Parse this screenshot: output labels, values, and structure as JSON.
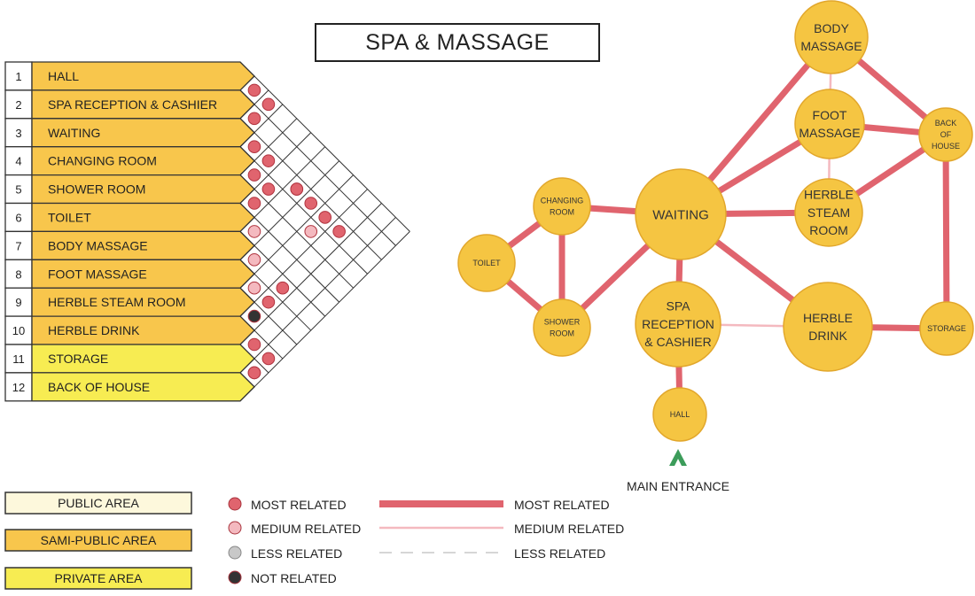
{
  "title": "SPA & MASSAGE",
  "colors": {
    "public": "#fdf8dc",
    "semi_public": "#f8c64c",
    "private": "#f7ec52",
    "node_fill": "#f5c542",
    "most_related": "#e0646e",
    "medium_related": "#f4b9bf",
    "less_related": "#c8c8c8",
    "not_related": "#333333"
  },
  "rooms": [
    {
      "num": "1",
      "name": "HALL",
      "zone": "semi_public"
    },
    {
      "num": "2",
      "name": "SPA RECEPTION & CASHIER",
      "zone": "semi_public"
    },
    {
      "num": "3",
      "name": "WAITING",
      "zone": "semi_public"
    },
    {
      "num": "4",
      "name": "CHANGING ROOM",
      "zone": "semi_public"
    },
    {
      "num": "5",
      "name": "SHOWER ROOM",
      "zone": "semi_public"
    },
    {
      "num": "6",
      "name": "TOILET",
      "zone": "semi_public"
    },
    {
      "num": "7",
      "name": "BODY MASSAGE",
      "zone": "semi_public"
    },
    {
      "num": "8",
      "name": "FOOT MASSAGE",
      "zone": "semi_public"
    },
    {
      "num": "9",
      "name": "HERBLE STEAM ROOM",
      "zone": "semi_public"
    },
    {
      "num": "10",
      "name": "HERBLE DRINK",
      "zone": "semi_public"
    },
    {
      "num": "11",
      "name": "STORAGE",
      "zone": "private"
    },
    {
      "num": "12",
      "name": "BACK OF HOUSE",
      "zone": "private"
    }
  ],
  "matrix": [
    {
      "a": 1,
      "b": 2,
      "level": "most"
    },
    {
      "a": 2,
      "b": 3,
      "level": "most"
    },
    {
      "a": 1,
      "b": 3,
      "level": "most"
    },
    {
      "a": 3,
      "b": 4,
      "level": "most"
    },
    {
      "a": 3,
      "b": 7,
      "level": "medium"
    },
    {
      "a": 4,
      "b": 5,
      "level": "most"
    },
    {
      "a": 3,
      "b": 5,
      "level": "most"
    },
    {
      "a": 5,
      "b": 6,
      "level": "most"
    },
    {
      "a": 3,
      "b": 7,
      "level": "most"
    },
    {
      "a": 3,
      "b": 8,
      "level": "most"
    },
    {
      "a": 3,
      "b": 9,
      "level": "most"
    },
    {
      "a": 4,
      "b": 9,
      "level": "medium"
    },
    {
      "a": 4,
      "b": 6,
      "level": "most"
    },
    {
      "a": 3,
      "b": 10,
      "level": "most"
    },
    {
      "a": 6,
      "b": 7,
      "level": "medium"
    },
    {
      "a": 7,
      "b": 8,
      "level": "medium"
    },
    {
      "a": 8,
      "b": 9,
      "level": "medium"
    },
    {
      "a": 9,
      "b": 10,
      "level": "not"
    },
    {
      "a": 8,
      "b": 10,
      "level": "most"
    },
    {
      "a": 7,
      "b": 10,
      "level": "most"
    },
    {
      "a": 10,
      "b": 11,
      "level": "most"
    },
    {
      "a": 11,
      "b": 12,
      "level": "most"
    },
    {
      "a": 10,
      "b": 12,
      "level": "most"
    },
    {
      "a": 11,
      "b": 12,
      "level": "most"
    }
  ],
  "bubbles": [
    {
      "id": "body_massage",
      "lines": [
        "BODY",
        "MASSAGE"
      ]
    },
    {
      "id": "foot_massage",
      "lines": [
        "FOOT",
        "MASSAGE"
      ]
    },
    {
      "id": "back_of_house",
      "lines": [
        "BACK",
        "OF",
        "HOUSE"
      ]
    },
    {
      "id": "herble_steam",
      "lines": [
        "HERBLE",
        "STEAM",
        "ROOM"
      ]
    },
    {
      "id": "waiting",
      "lines": [
        "WAITING"
      ]
    },
    {
      "id": "changing_room",
      "lines": [
        "CHANGING",
        "ROOM"
      ]
    },
    {
      "id": "toilet",
      "lines": [
        "TOILET"
      ]
    },
    {
      "id": "shower_room",
      "lines": [
        "SHOWER",
        "ROOM"
      ]
    },
    {
      "id": "spa_reception",
      "lines": [
        "SPA",
        "RECEPTION",
        "& CASHIER"
      ]
    },
    {
      "id": "herble_drink",
      "lines": [
        "HERBLE",
        "DRINK"
      ]
    },
    {
      "id": "storage",
      "lines": [
        "STORAGE"
      ]
    },
    {
      "id": "hall",
      "lines": [
        "HALL"
      ]
    }
  ],
  "links": [
    {
      "from": "waiting",
      "to": "body_massage",
      "level": "most"
    },
    {
      "from": "waiting",
      "to": "foot_massage",
      "level": "most"
    },
    {
      "from": "waiting",
      "to": "herble_steam",
      "level": "most"
    },
    {
      "from": "waiting",
      "to": "changing_room",
      "level": "most"
    },
    {
      "from": "waiting",
      "to": "shower_room",
      "level": "most"
    },
    {
      "from": "waiting",
      "to": "spa_reception",
      "level": "most"
    },
    {
      "from": "waiting",
      "to": "herble_drink",
      "level": "most"
    },
    {
      "from": "body_massage",
      "to": "back_of_house",
      "level": "most"
    },
    {
      "from": "body_massage",
      "to": "foot_massage",
      "level": "medium"
    },
    {
      "from": "foot_massage",
      "to": "back_of_house",
      "level": "most"
    },
    {
      "from": "foot_massage",
      "to": "herble_steam",
      "level": "medium"
    },
    {
      "from": "herble_steam",
      "to": "back_of_house",
      "level": "most"
    },
    {
      "from": "back_of_house",
      "to": "storage",
      "level": "most"
    },
    {
      "from": "herble_drink",
      "to": "storage",
      "level": "most"
    },
    {
      "from": "spa_reception",
      "to": "herble_drink",
      "level": "medium"
    },
    {
      "from": "spa_reception",
      "to": "hall",
      "level": "most"
    },
    {
      "from": "changing_room",
      "to": "toilet",
      "level": "most"
    },
    {
      "from": "changing_room",
      "to": "shower_room",
      "level": "most"
    },
    {
      "from": "toilet",
      "to": "shower_room",
      "level": "most"
    }
  ],
  "entrance_label": "MAIN ENTRANCE",
  "legend": {
    "areas": [
      {
        "label": "PUBLIC AREA",
        "zone": "public"
      },
      {
        "label": "SAMI-PUBLIC AREA",
        "zone": "semi_public"
      },
      {
        "label": "PRIVATE AREA",
        "zone": "private"
      }
    ],
    "dots": [
      {
        "label": "MOST RELATED",
        "level": "most"
      },
      {
        "label": "MEDIUM RELATED",
        "level": "medium"
      },
      {
        "label": "LESS RELATED",
        "level": "less"
      },
      {
        "label": "NOT RELATED",
        "level": "not"
      }
    ],
    "lines": [
      {
        "label": "MOST RELATED",
        "level": "most"
      },
      {
        "label": "MEDIUM RELATED",
        "level": "medium"
      },
      {
        "label": "LESS RELATED",
        "level": "less"
      }
    ]
  }
}
